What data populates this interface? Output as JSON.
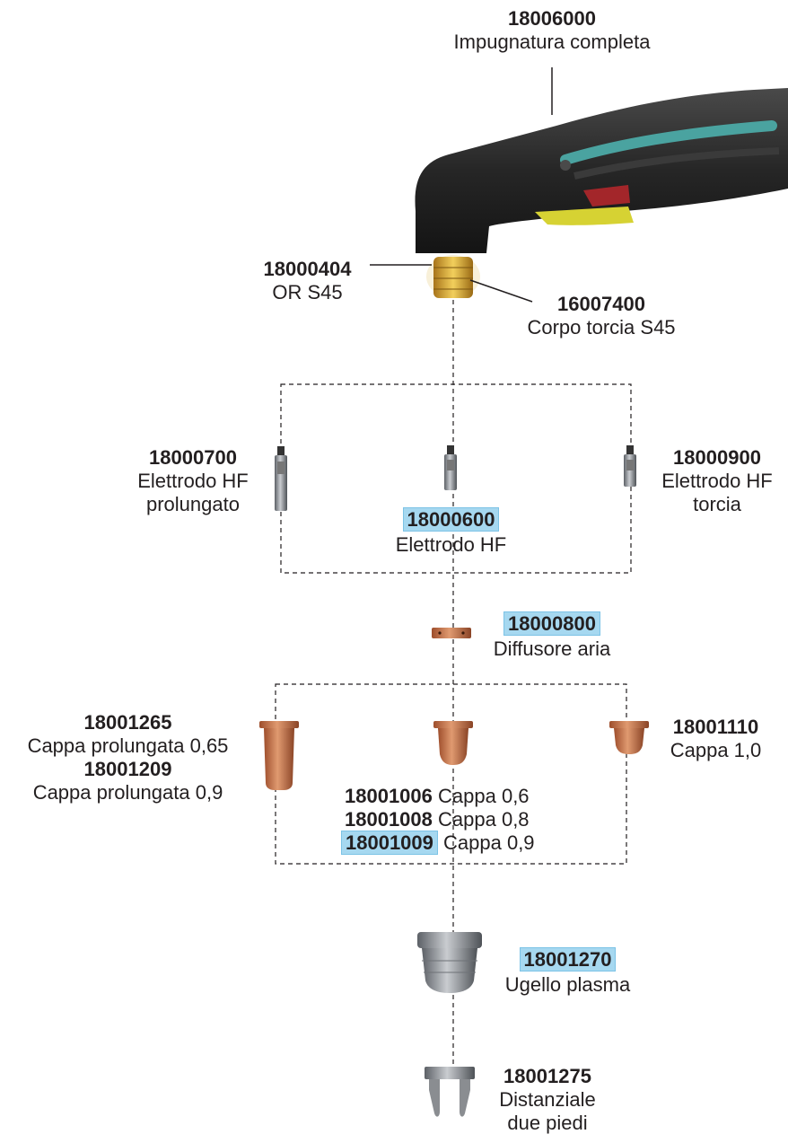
{
  "colors": {
    "highlight": "#a6d8f0",
    "copper": "#c8734a",
    "torch_body": "#2b2b2b",
    "torch_accent": "#4aa3a0",
    "trigger": "#d6d233"
  },
  "parts": {
    "handle": {
      "code": "18006000",
      "name": "Impugnatura completa",
      "highlighted": false
    },
    "oring": {
      "code": "18000404",
      "name": "OR S45",
      "highlighted": false
    },
    "torch_body": {
      "code": "16007400",
      "name": "Corpo torcia S45",
      "highlighted": false
    },
    "electrode_ext": {
      "code": "18000700",
      "name_line1": "Elettrodo HF",
      "name_line2": "prolungato",
      "highlighted": false
    },
    "electrode": {
      "code": "18000600",
      "name": "Elettrodo HF",
      "highlighted": true
    },
    "electrode_torch": {
      "code": "18000900",
      "name_line1": "Elettrodo HF",
      "name_line2": "torcia",
      "highlighted": false
    },
    "diffuser": {
      "code": "18000800",
      "name": "Diffusore aria",
      "highlighted": true
    },
    "cap_ext_065": {
      "code": "18001265",
      "name": "Cappa prolungata 0,65",
      "highlighted": false
    },
    "cap_ext_09": {
      "code": "18001209",
      "name": "Cappa prolungata 0,9",
      "highlighted": false
    },
    "cap_10": {
      "code": "18001110",
      "name": "Cappa 1,0",
      "highlighted": false
    },
    "cap_06": {
      "code": "18001006",
      "name": "Cappa 0,6",
      "highlighted": false
    },
    "cap_08": {
      "code": "18001008",
      "name": "Cappa 0,8",
      "highlighted": false
    },
    "cap_09": {
      "code": "18001009",
      "name": "Cappa 0,9",
      "highlighted": true
    },
    "nozzle": {
      "code": "18001270",
      "name": "Ugello plasma",
      "highlighted": true
    },
    "spacer": {
      "code": "18001275",
      "name_line1": "Distanziale",
      "name_line2": "due piedi",
      "highlighted": false
    }
  }
}
